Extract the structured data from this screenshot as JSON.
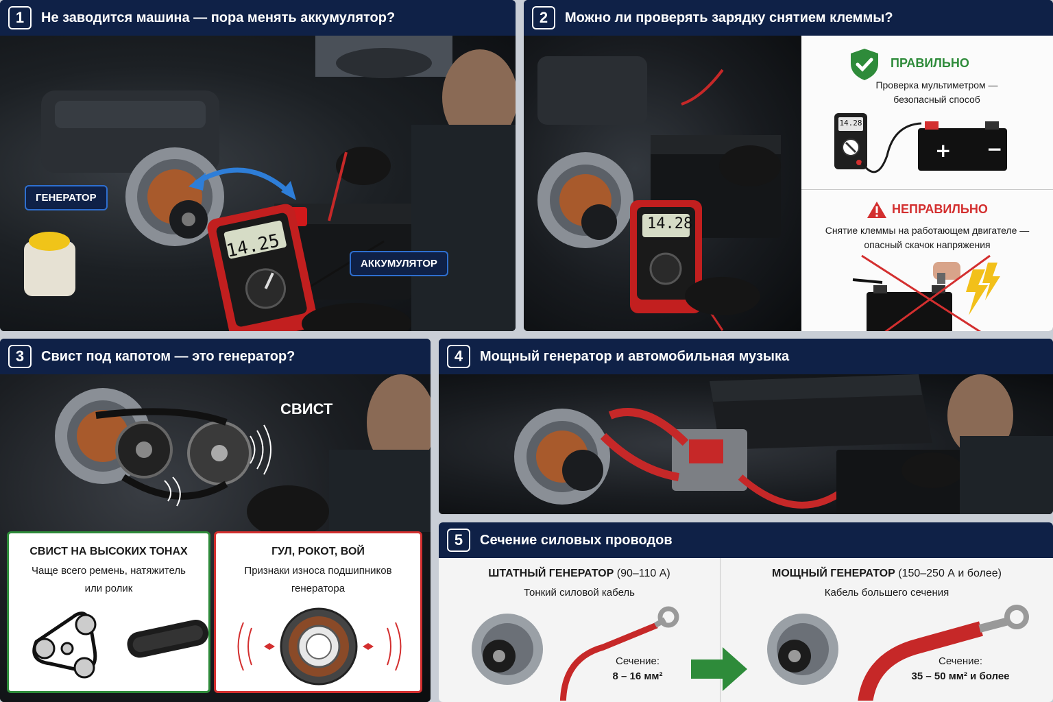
{
  "panel1": {
    "number": "1",
    "title": "Не заводится машина — пора менять аккумулятор?",
    "label_generator": "ГЕНЕРАТОР",
    "label_battery": "АККУМУЛЯТОР",
    "multimeter_reading": "14.25"
  },
  "panel2": {
    "number": "2",
    "title": "Можно ли проверять зарядку снятием клеммы?",
    "multimeter_reading": "14.28",
    "correct": {
      "heading": "ПРАВИЛЬНО",
      "text": "Проверка мультиметром — безопасный способ",
      "meter_reading": "14.28"
    },
    "wrong": {
      "heading": "НЕПРАВИЛЬНО",
      "text": "Снятие клеммы на работающем двигателе — опасный скачок напряжения"
    }
  },
  "panel3": {
    "number": "3",
    "title": "Свист под капотом — это генератор?",
    "whistle_label": "СВИСТ",
    "card_high": {
      "title": "СВИСТ НА ВЫСОКИХ ТОНАХ",
      "text": "Чаще всего ремень, натяжитель или ролик"
    },
    "card_low": {
      "title": "ГУЛ, РОКОТ, ВОЙ",
      "text": "Признаки износа подшипников генератора"
    }
  },
  "panel4": {
    "number": "4",
    "title": "Мощный генератор и автомобильная музыка"
  },
  "panel5": {
    "number": "5",
    "title": "Сечение силовых проводов",
    "stock": {
      "title": "ШТАТНЫЙ ГЕНЕРАТОР",
      "range": "(90–110 А)",
      "subtitle": "Тонкий силовой кабель",
      "section_label": "Сечение:",
      "section_value": "8 – 16 мм²"
    },
    "powerful": {
      "title": "МОЩНЫЙ ГЕНЕРАТОР",
      "range": "(150–250 А и более)",
      "subtitle": "Кабель большего сечения",
      "section_label": "Сечение:",
      "section_value": "35 – 50 мм² и более"
    }
  },
  "colors": {
    "header": "#0f2147",
    "accent_blue": "#2e6fd0",
    "correct_green": "#2e8b3a",
    "wrong_red": "#d32f2f",
    "cable_red": "#c62828"
  }
}
